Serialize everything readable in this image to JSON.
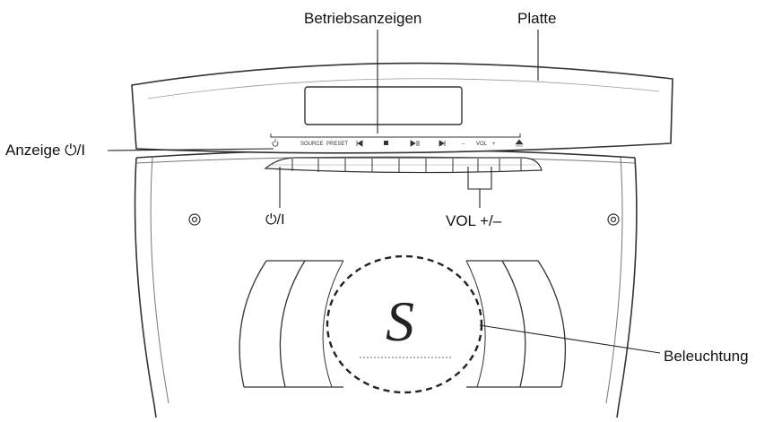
{
  "labels": {
    "betriebsanzeigen": "Betriebsanzeigen",
    "platte": "Platte",
    "anzeige_power": "Anzeige ⏻/I",
    "power_button": "⏻/I",
    "vol": "VOL +/–",
    "beleuchtung": "Beleuchtung"
  },
  "panel_indicators": [
    "SOURCE",
    "PRESET",
    "–",
    "VOL",
    "+"
  ],
  "logo_text": "S",
  "colors": {
    "line": "#333333",
    "background": "#ffffff"
  }
}
